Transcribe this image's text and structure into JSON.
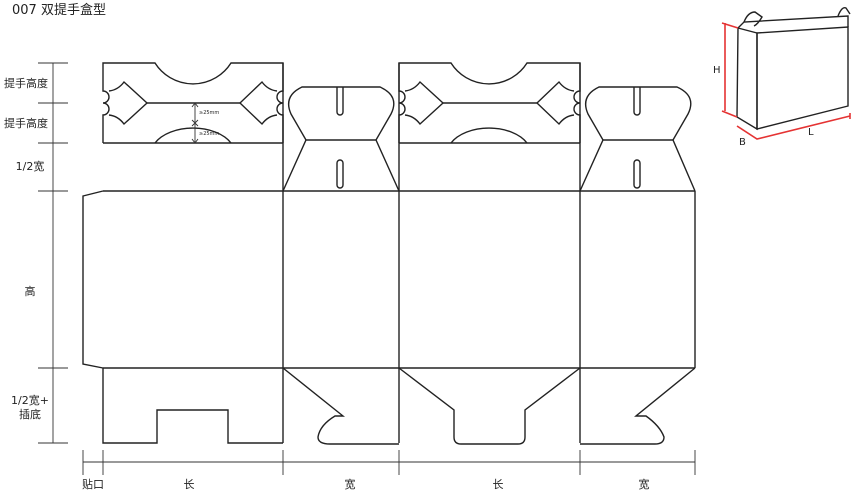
{
  "title": "007  双提手盒型",
  "left_labels": {
    "handle_height_1": "提手高度",
    "handle_height_2": "提手高度",
    "half_width": "1/2宽",
    "height": "高",
    "half_width_plus": "1/2宽+",
    "tuck_bottom": "插底"
  },
  "bottom_labels": {
    "glue": "贴口",
    "length_1": "长",
    "width_1": "宽",
    "length_2": "长",
    "width_2": "宽"
  },
  "annotations": {
    "min_1": "≥25mm",
    "min_2": "≥25mm"
  },
  "box_3d": {
    "h": "H",
    "b": "B",
    "l": "L"
  },
  "colors": {
    "line": "#222222",
    "dimension": "#e53333"
  }
}
